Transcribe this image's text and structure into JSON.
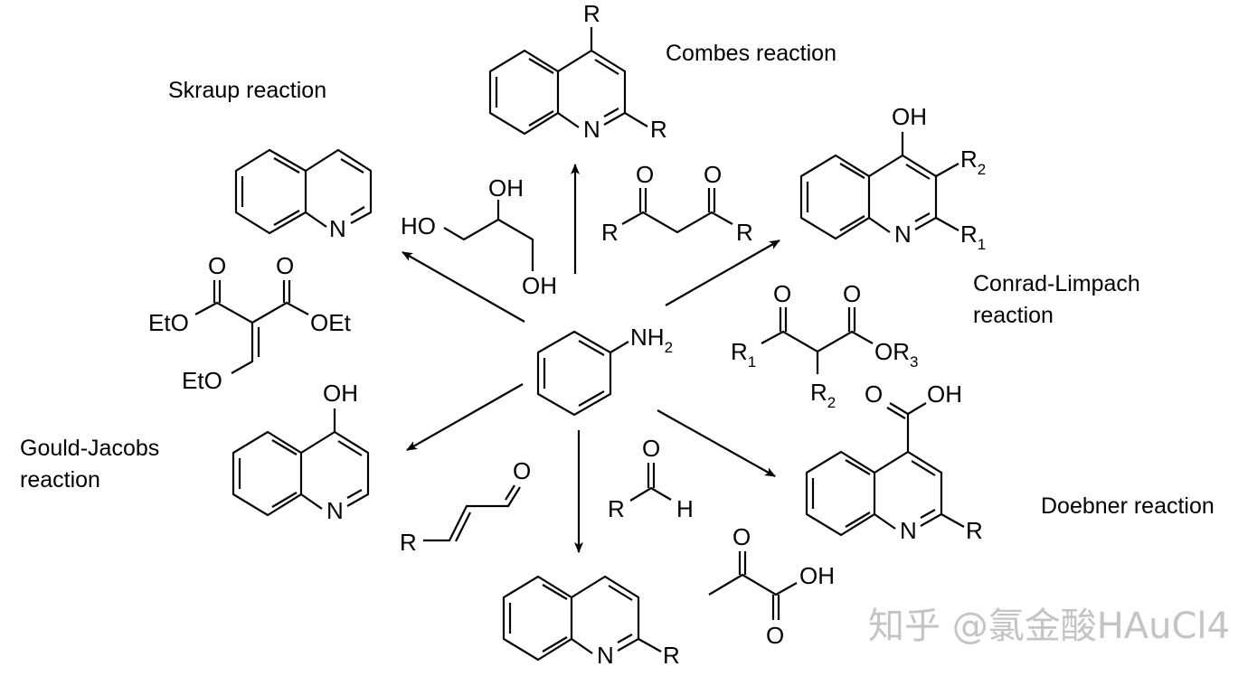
{
  "diagram": {
    "title": "Quinoline syntheses from aniline",
    "center": {
      "name": "aniline",
      "label": "NH",
      "sub": "2"
    },
    "reactions": [
      {
        "id": "skraup",
        "label_lines": [
          "Skraup reaction"
        ],
        "reagent": "glycerol",
        "reagent_labels": {
          "oh_top": "OH",
          "ho_left": "HO",
          "oh_bottom": "OH"
        },
        "product": {
          "name": "quinoline",
          "n": "N"
        }
      },
      {
        "id": "combes",
        "label_lines": [
          "Combes reaction"
        ],
        "reagent": "1,3-diketone",
        "reagent_labels": {
          "o1": "O",
          "o2": "O",
          "r_left": "R",
          "r_right": "R"
        },
        "product": {
          "name": "2,4-disubstituted quinoline",
          "n": "N",
          "r4": "R",
          "r2": "R"
        }
      },
      {
        "id": "conrad_limpach",
        "label_lines": [
          "Conrad-Limpach",
          "reaction"
        ],
        "reagent": "beta-ketoester",
        "reagent_labels": {
          "o1": "O",
          "o2": "O",
          "r1": "R",
          "r1_sub": "1",
          "r2": "R",
          "r2_sub": "2",
          "or3": "OR",
          "or3_sub": "3"
        },
        "product": {
          "name": "4-hydroxyquinoline (R1,R2)",
          "n": "N",
          "oh": "OH",
          "r2": "R",
          "r2_sub": "2",
          "r1": "R",
          "r1_sub": "1"
        }
      },
      {
        "id": "doebner",
        "label_lines": [
          "Doebner reaction"
        ],
        "reagent": "aldehyde + pyruvic acid",
        "reagent_labels": {
          "ald_o": "O",
          "ald_r": "R",
          "ald_h": "H",
          "pyr_o_top": "O",
          "pyr_oh": "OH",
          "pyr_o_bottom": "O"
        },
        "product": {
          "name": "quinoline-4-carboxylic acid",
          "n": "N",
          "o": "O",
          "oh": "OH",
          "r": "R"
        }
      },
      {
        "id": "doebner_miller",
        "label_lines": [],
        "reagent": "alpha,beta-unsaturated aldehyde",
        "reagent_labels": {
          "o": "O",
          "r": "R"
        },
        "product": {
          "name": "2-substituted quinoline",
          "n": "N",
          "r": "R"
        }
      },
      {
        "id": "gould_jacobs",
        "label_lines": [
          "Gould-Jacobs",
          "reaction"
        ],
        "reagent": "diethyl ethoxymethylenemalonate",
        "reagent_labels": {
          "o1": "O",
          "o2": "O",
          "eto_left": "EtO",
          "oet_right": "OEt",
          "eto_bottom": "EtO"
        },
        "product": {
          "name": "4-hydroxyquinoline",
          "n": "N",
          "oh": "OH"
        }
      }
    ]
  },
  "watermark": "知乎 @氯金酸HAuCl4"
}
